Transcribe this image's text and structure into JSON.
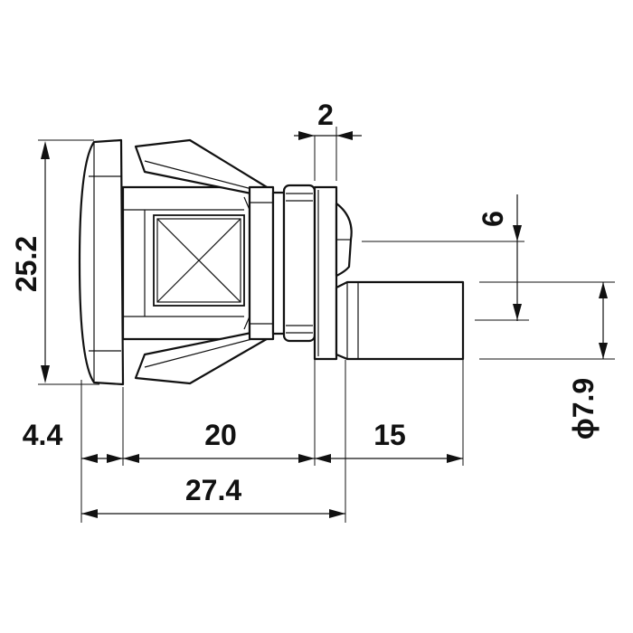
{
  "dimensions": {
    "height_total": "25.2",
    "flange_thickness": "2",
    "cam_offset": "6",
    "cam_width": "4.4",
    "body_length": "20",
    "shaft_length": "15",
    "overall_length": "27.4",
    "shaft_diameter": "ϕ7.9"
  }
}
